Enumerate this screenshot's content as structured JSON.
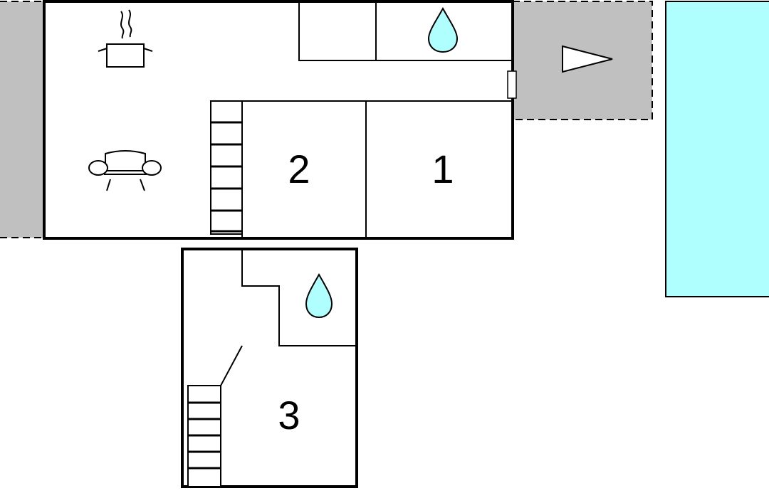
{
  "rooms": [
    {
      "id": "room-1",
      "label": "1"
    },
    {
      "id": "room-2",
      "label": "2"
    },
    {
      "id": "room-3",
      "label": "3"
    }
  ],
  "icons": {
    "kitchen": "cooking-pot-icon",
    "living": "sofa-icon",
    "bathroom": "water-drop-icon",
    "entrance": "entrance-arrow-icon"
  },
  "colors": {
    "terrace": "#c0c0c0",
    "pool": "#b0ffff",
    "water_drop": "#b0ffff",
    "walls": "#000000",
    "background": "#ffffff"
  }
}
